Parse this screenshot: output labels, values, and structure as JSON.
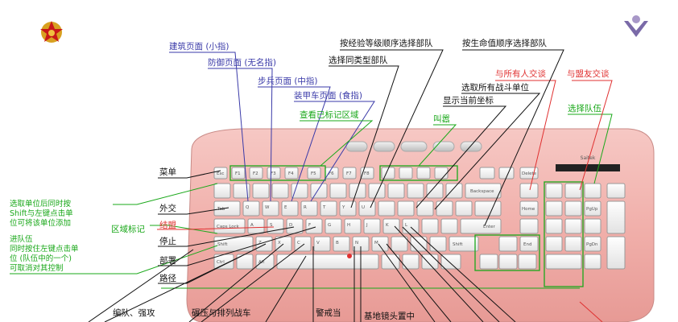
{
  "labels": {
    "build_page": "建筑页面 (小指)",
    "defense_page": "防御页面 (无名指)",
    "infantry_page": "步兵页面 (中指)",
    "armor_page": "装甲车页面 (食指)",
    "view_marked": "查看已标记区域",
    "select_by_rank": "按经验等级顺序选择部队",
    "select_by_value": "按生命值顺序选择部队",
    "select_same_type": "选择同类型部队",
    "select_all_combat": "选取所有战斗单位",
    "show_coords": "显示当前坐标",
    "beacon": "叫嚣",
    "ally_all_chat": "与所有人交谈",
    "ally_chat": "与盟友交谈",
    "select_team": "选择队伍",
    "menu": "菜单",
    "diplomacy": "外交",
    "alliance": "结盟",
    "stop": "停止",
    "deploy": "部署",
    "waypoint": "路径",
    "select_unit_help": "选取单位后同时按\nShift与左键点击单\n位可将该单位添加",
    "area_mark": "区域标记",
    "team_in_help": "进队伍\n同时按住左键点击单\n位 (队伍中的一个)\n可取消对其控制",
    "group_attack": "编队、强攻",
    "crush": "碾压与排列战车",
    "guard": "警戒当",
    "base_center": "基地镜头置中"
  },
  "keyboard": {
    "brand": "Saitek",
    "keys": {
      "tab": "Tab",
      "caps": "Caps Lock",
      "shift_l": "Shift",
      "shift_r": "Shift",
      "ctrl": "Ctrl",
      "alt": "Alt",
      "enter": "Enter",
      "backspace": "Backspace",
      "esc": "Esc",
      "home": "Home",
      "end": "End",
      "pgup": "PgUp",
      "pgdn": "PgDn",
      "delete": "Delete",
      "f1": "F1",
      "f2": "F2",
      "f3": "F3",
      "f4": "F4",
      "f5": "F5",
      "f6": "F6",
      "f7": "F7",
      "f8": "F8",
      "q": "Q",
      "w": "W",
      "e": "E",
      "r": "R",
      "t": "T",
      "y": "Y",
      "u": "U",
      "a": "A",
      "s": "S",
      "d": "D",
      "f": "F",
      "g": "G",
      "h": "H",
      "j": "J",
      "k": "K",
      "l": "L",
      "z": "Z",
      "x": "X",
      "c": "C",
      "v": "V",
      "b": "B",
      "n": "N",
      "m": "M"
    }
  },
  "colors": {
    "blue": "#3a3aa8",
    "green": "#1aa81a",
    "red": "#e03030",
    "black": "#111111",
    "pink_case": "#f3b7b3",
    "key_face": "#f4f4f4"
  },
  "icons": {
    "left_logo": "soviet-star-emblem-icon",
    "right_logo": "yuri-emblem-icon"
  }
}
